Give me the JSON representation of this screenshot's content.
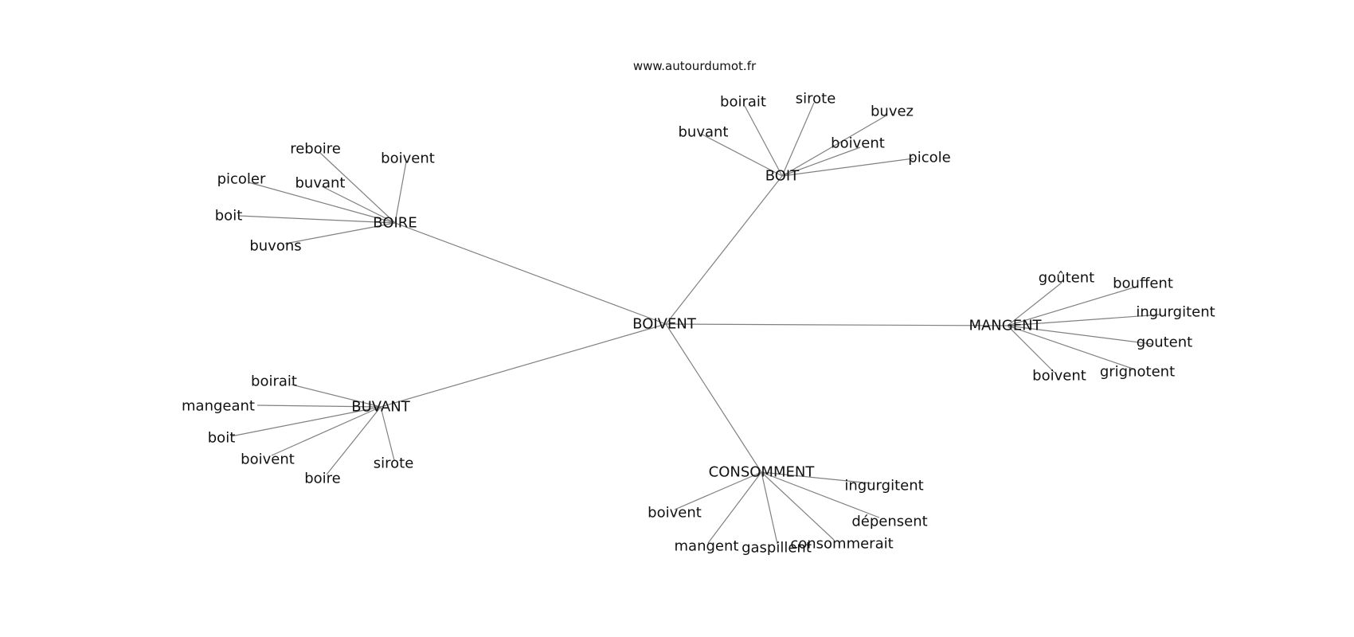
{
  "source": "www.autourdumot.fr",
  "center": {
    "label": "BOIVENT"
  },
  "groups": [
    {
      "label": "BOIT",
      "words": [
        "buvant",
        "boirait",
        "sirote",
        "buvez",
        "boivent",
        "picole"
      ]
    },
    {
      "label": "BOIRE",
      "words": [
        "picoler",
        "reboire",
        "boivent",
        "buvant",
        "boit",
        "buvons"
      ]
    },
    {
      "label": "MANGENT",
      "words": [
        "goûtent",
        "bouffent",
        "ingurgitent",
        "goutent",
        "grignotent",
        "boivent"
      ]
    },
    {
      "label": "BUVANT",
      "words": [
        "boirait",
        "mangeant",
        "boit",
        "boivent",
        "boire",
        "sirote"
      ]
    },
    {
      "label": "CONSOMMENT",
      "words": [
        "ingurgitent",
        "dépensent",
        "consommerait",
        "gaspillent",
        "mangent",
        "boivent"
      ]
    }
  ]
}
